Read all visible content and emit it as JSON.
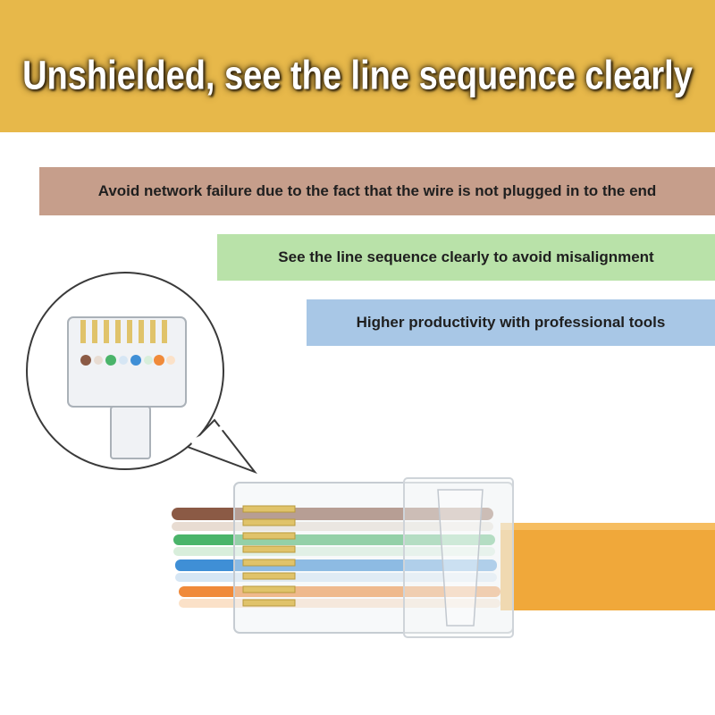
{
  "headline": "Unshielded, see the line sequence clearly",
  "features": [
    "Avoid network failure due to the fact that the wire is not plugged in to the end",
    "See the line sequence clearly to avoid misalignment",
    "Higher productivity with professional tools"
  ],
  "colors": {
    "banner": "#e7b84a",
    "bar_1": "#c69e8b",
    "bar_2": "#b9e2a9",
    "bar_3": "#a8c7e6",
    "cable_jacket": "#f0a83a"
  }
}
